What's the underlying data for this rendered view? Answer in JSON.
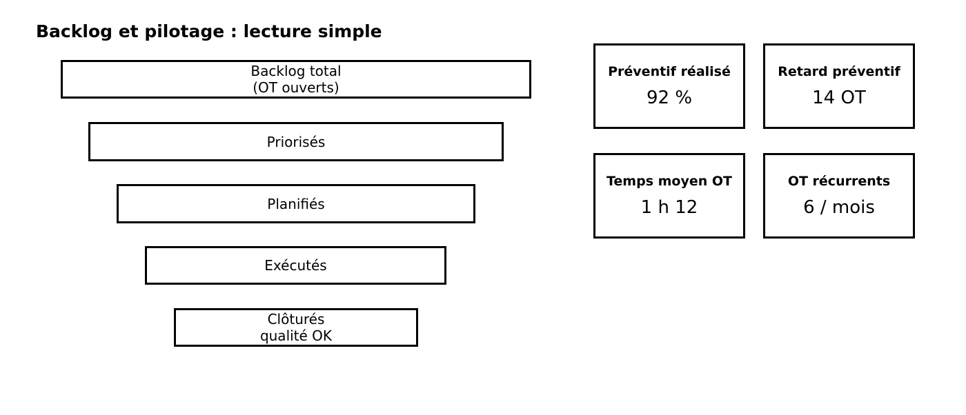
{
  "title": "Backlog et pilotage : lecture simple",
  "funnel": {
    "stages": [
      {
        "label": "Backlog total\n(OT ouverts)"
      },
      {
        "label": "Priorisés"
      },
      {
        "label": "Planifiés"
      },
      {
        "label": "Exécutés"
      },
      {
        "label": "Clôturés\nqualité OK"
      }
    ]
  },
  "kpis": {
    "cards": [
      {
        "label": "Préventif réalisé",
        "value": "92 %"
      },
      {
        "label": "Retard préventif",
        "value": "14 OT"
      },
      {
        "label": "Temps moyen OT",
        "value": "1 h 12"
      },
      {
        "label": "OT récurrents",
        "value": "6 / mois"
      }
    ]
  },
  "colors": {
    "background": "#ffffff",
    "border": "#000000",
    "text": "#000000"
  }
}
